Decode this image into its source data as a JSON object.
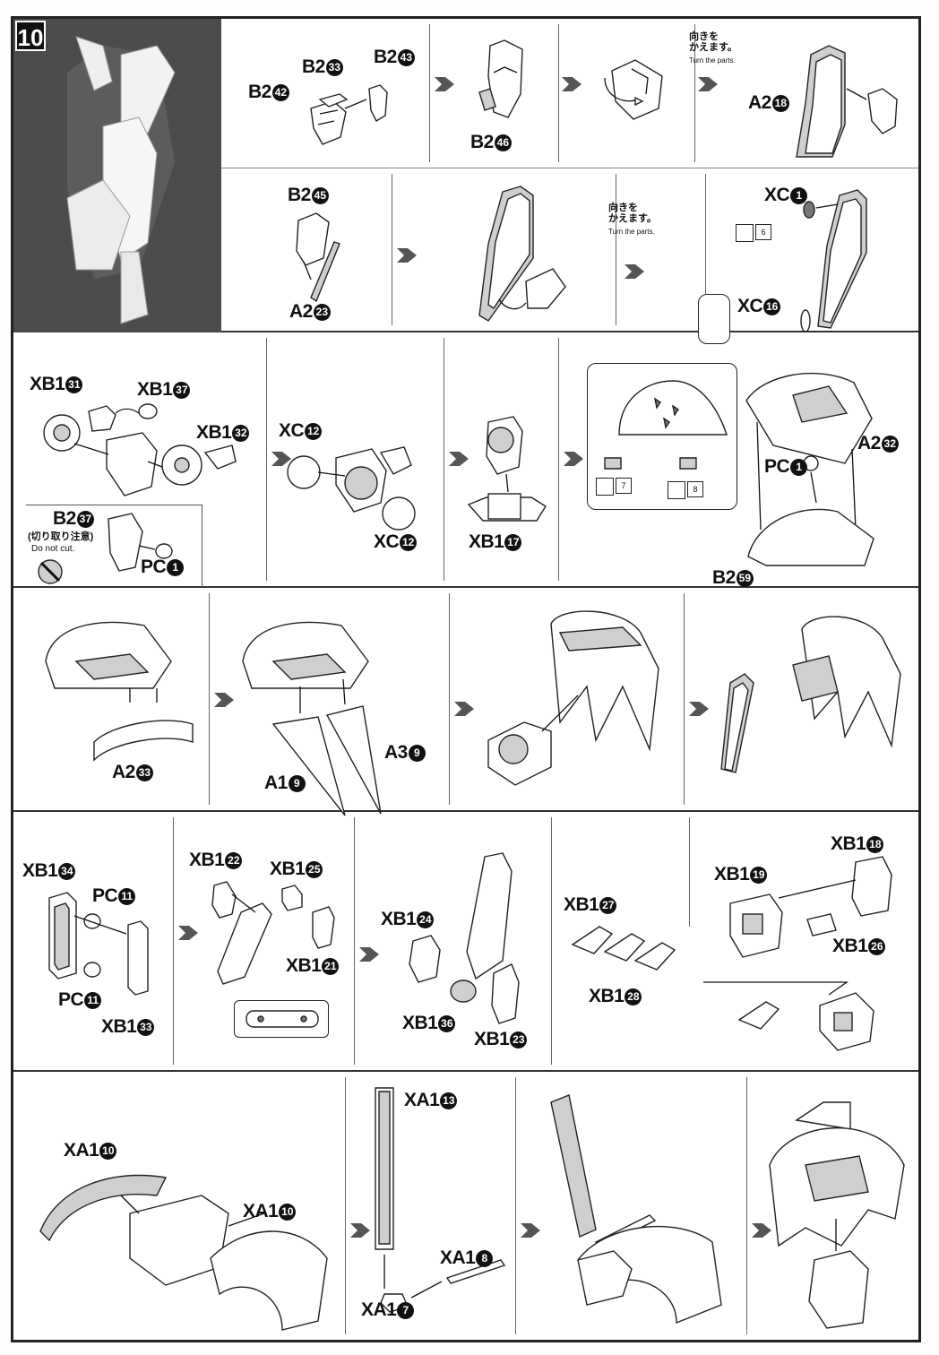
{
  "step_number": "10",
  "rows": {
    "r1": {
      "p1": {
        "labels": [
          {
            "t": "B2",
            "n": "33"
          },
          {
            "t": "B2",
            "n": "43"
          },
          {
            "t": "B2",
            "n": "42"
          }
        ]
      },
      "p2": {
        "labels": [
          {
            "t": "B2",
            "n": "46"
          }
        ]
      },
      "p4": {
        "labels": [
          {
            "t": "A2",
            "n": "18"
          }
        ],
        "note_jp": "向きを\nかえます。",
        "note_en": "Turn the parts."
      }
    },
    "r2": {
      "p1": {
        "labels": [
          {
            "t": "B2",
            "n": "45"
          },
          {
            "t": "A2",
            "n": "23"
          }
        ]
      },
      "p3": {
        "note_jp": "向きを\nかえます。",
        "note_en": "Turn the parts."
      },
      "p4": {
        "labels": [
          {
            "t": "XC",
            "n": "1"
          },
          {
            "t": "XC",
            "n": "16"
          }
        ],
        "sticker": "6"
      }
    },
    "r3": {
      "p1": {
        "labels": [
          {
            "t": "XB1",
            "n": "31"
          },
          {
            "t": "XB1",
            "n": "37"
          },
          {
            "t": "XB1",
            "n": "32"
          },
          {
            "t": "B2",
            "n": "37"
          },
          {
            "t": "PC",
            "n": "1"
          }
        ],
        "caution_jp": "(切り取り注意)",
        "caution_en": "Do not cut."
      },
      "p2": {
        "labels": [
          {
            "t": "XC",
            "n": "12"
          },
          {
            "t": "XC",
            "n": "12"
          }
        ]
      },
      "p3": {
        "labels": [
          {
            "t": "XB1",
            "n": "17"
          }
        ]
      },
      "p4": {
        "labels": [
          {
            "t": "A2",
            "n": "32"
          },
          {
            "t": "PC",
            "n": "1"
          },
          {
            "t": "B2",
            "n": "59"
          }
        ],
        "stickers": [
          "7",
          "8"
        ]
      }
    },
    "r4": {
      "p1": {
        "labels": [
          {
            "t": "A2",
            "n": "33"
          }
        ]
      },
      "p2": {
        "labels": [
          {
            "t": "A1",
            "n": "9"
          },
          {
            "t": "A3",
            "n": "9"
          }
        ]
      }
    },
    "r5": {
      "p1": {
        "labels": [
          {
            "t": "XB1",
            "n": "34"
          },
          {
            "t": "PC",
            "n": "11"
          },
          {
            "t": "PC",
            "n": "11"
          },
          {
            "t": "XB1",
            "n": "33"
          }
        ]
      },
      "p2": {
        "labels": [
          {
            "t": "XB1",
            "n": "22"
          },
          {
            "t": "XB1",
            "n": "25"
          },
          {
            "t": "XB1",
            "n": "21"
          }
        ]
      },
      "p3": {
        "labels": [
          {
            "t": "XB1",
            "n": "24"
          },
          {
            "t": "XB1",
            "n": "36"
          },
          {
            "t": "XB1",
            "n": "23"
          }
        ]
      },
      "p4": {
        "labels": [
          {
            "t": "XB1",
            "n": "27"
          },
          {
            "t": "XB1",
            "n": "28"
          }
        ]
      },
      "p5": {
        "labels": [
          {
            "t": "XB1",
            "n": "18"
          },
          {
            "t": "XB1",
            "n": "19"
          },
          {
            "t": "XB1",
            "n": "26"
          }
        ]
      }
    },
    "r6": {
      "p1": {
        "labels": [
          {
            "t": "XA1",
            "n": "10"
          },
          {
            "t": "XA1",
            "n": "10"
          }
        ]
      },
      "p2": {
        "labels": [
          {
            "t": "XA1",
            "n": "13"
          },
          {
            "t": "XA1",
            "n": "8"
          },
          {
            "t": "XA1",
            "n": "7"
          }
        ]
      }
    }
  }
}
